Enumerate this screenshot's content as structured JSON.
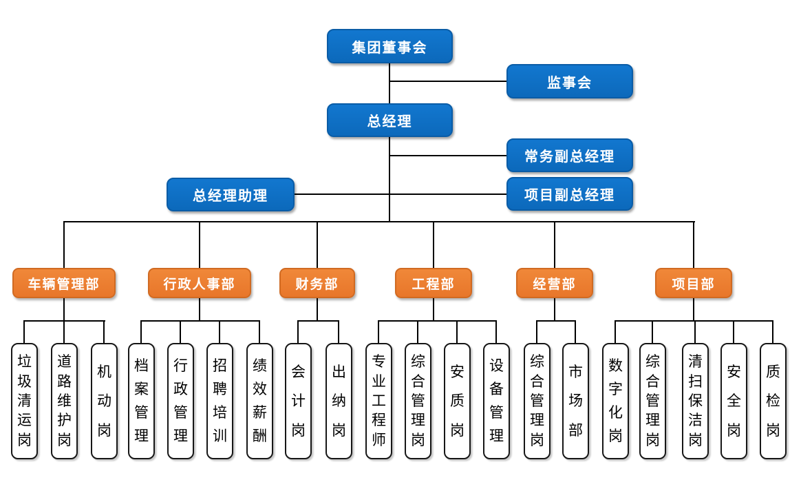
{
  "colors": {
    "node_blue": "#0d6fc4",
    "node_blue_border": "#0a5ca6",
    "dept_orange": "#ec7c2f",
    "dept_orange_border": "#d06a22",
    "post_fill": "#ffffff",
    "post_border": "#161616",
    "connector": "#000000",
    "text_light": "#ffffff",
    "text_dark": "#000000",
    "background": "#ffffff"
  },
  "executive": {
    "board": "集团董事会",
    "supervisory_board": "监事会",
    "general_manager": "总经理",
    "executive_deputy_gm": "常务副总经理",
    "gm_assistant": "总经理助理",
    "project_deputy_gm": "项目副总经理"
  },
  "departments": [
    {
      "label": "车辆管理部",
      "children": [
        "垃圾清运岗",
        "道路维护岗",
        "机动岗"
      ]
    },
    {
      "label": "行政人事部",
      "children": [
        "档案管理",
        "行政管理",
        "招聘培训",
        "绩效薪酬"
      ]
    },
    {
      "label": "财务部",
      "children": [
        "会计岗",
        "出纳岗"
      ]
    },
    {
      "label": "工程部",
      "children": [
        "专业工程师",
        "综合管理岗",
        "安质岗",
        "设备管理"
      ]
    },
    {
      "label": "经营部",
      "children": [
        "综合管理岗",
        "市场部"
      ]
    },
    {
      "label": "项目部",
      "children": [
        "数字化岗",
        "综合管理岗",
        "清扫保洁岗",
        "安全岗",
        "质检岗"
      ]
    }
  ]
}
